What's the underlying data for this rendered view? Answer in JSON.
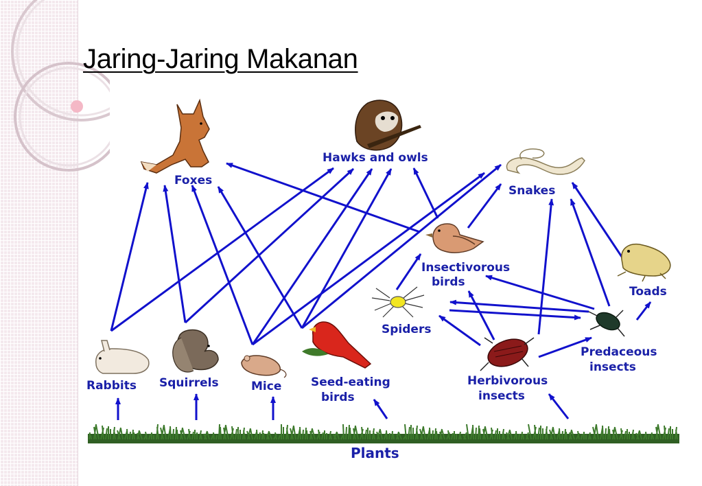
{
  "slide": {
    "title": "Jaring-Jaring Makanan"
  },
  "food_web": {
    "arrow_color": "#1111cc",
    "label_color": "#1a20a8",
    "nodes": {
      "foxes": "Foxes",
      "hawks_owls": "Hawks and owls",
      "snakes": "Snakes",
      "insectivorous_birds_1": "Insectivorous",
      "insectivorous_birds_2": "birds",
      "toads": "Toads",
      "spiders": "Spiders",
      "predaceous_insects_1": "Predaceous",
      "predaceous_insects_2": "insects",
      "rabbits": "Rabbits",
      "squirrels": "Squirrels",
      "mice": "Mice",
      "seed_eating_birds_1": "Seed-eating",
      "seed_eating_birds_2": "birds",
      "herbivorous_insects_1": "Herbivorous",
      "herbivorous_insects_2": "insects",
      "plants": "Plants"
    },
    "icons": [
      "fox-icon",
      "owl-icon",
      "snake-icon",
      "bird-icon",
      "toad-icon",
      "spider-icon",
      "beetle-icon",
      "rabbit-icon",
      "squirrel-icon",
      "mouse-icon",
      "cardinal-icon",
      "grass-icon"
    ]
  }
}
